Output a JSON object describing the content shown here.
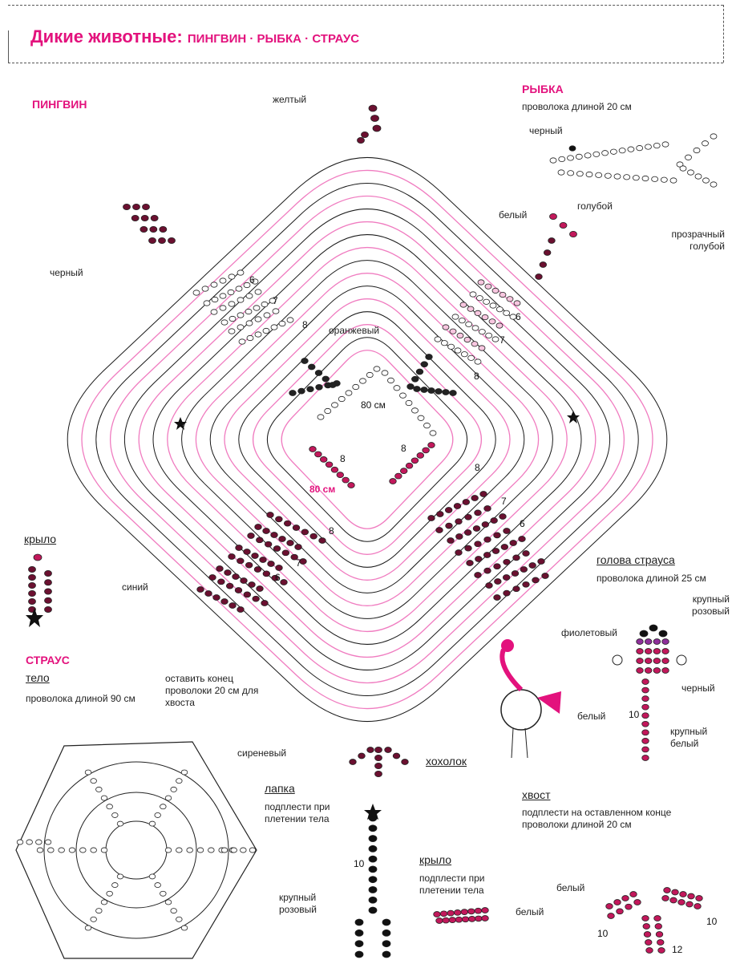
{
  "header": {
    "title_main": "Дикие животные:",
    "title_sub": "ПИНГВИН · РЫБКА · СТРАУС"
  },
  "penguin": {
    "title": "ПИНГВИН",
    "labels": {
      "yellow": "желтый",
      "black": "черный",
      "white": "белый",
      "orange": "оранжевый",
      "blue": "синий",
      "crest": "хохолок",
      "wing": "крыло",
      "wire_center": "80 см",
      "wire_pink": "80 см"
    },
    "row_counts": [
      "6",
      "7",
      "8",
      "8",
      "8",
      "8",
      "7",
      "6",
      "6",
      "7",
      "8",
      "8",
      "7",
      "6"
    ]
  },
  "fish": {
    "title": "РЫБКА",
    "wire": "проволока длиной 20 см",
    "labels": {
      "black": "черный",
      "light_blue": "голубой",
      "clear_blue": "прозрачный голубой"
    }
  },
  "ostrich": {
    "title": "СТРАУС",
    "body": {
      "heading": "тело",
      "wire": "проволока длиной 90 см",
      "note": "оставить конец проволоки 20 см для хвоста",
      "lilac": "сиреневый"
    },
    "head": {
      "heading": "голова страуса",
      "wire": "проволока длиной 25 см",
      "big_pink": "крупный розовый",
      "violet": "фиолетовый",
      "black": "черный",
      "white": "белый",
      "big_white": "крупный белый",
      "count": "10"
    },
    "leg": {
      "heading": "лапка",
      "note": "подплести при плетении тела",
      "count": "10",
      "big_pink": "крупный розовый"
    },
    "wing": {
      "heading": "крыло",
      "note": "подплести при плетении тела",
      "white": "белый"
    },
    "tail": {
      "heading": "хвост",
      "note": "подплести на оставленном конце проволоки длиной 20 см",
      "white": "белый",
      "counts": [
        "10",
        "10",
        "12"
      ]
    }
  },
  "colors": {
    "accent": "#e3127d",
    "wire_pink": "#f07cc0",
    "bead_dark": "#6b1030",
    "bead_pink": "#c2185b",
    "bead_black": "#1a1a1a"
  }
}
